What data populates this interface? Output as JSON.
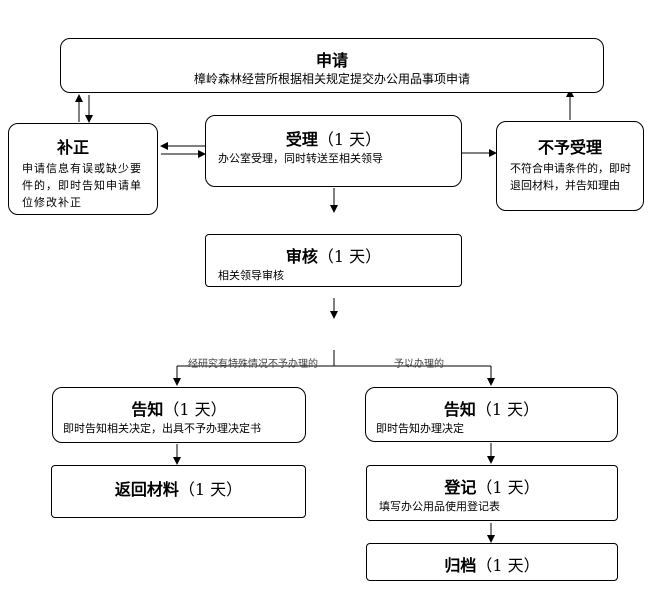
{
  "colors": {
    "line": "#000000",
    "box_border": "#000000",
    "caption": "#444444"
  },
  "nodes": {
    "apply": {
      "title": "申请",
      "desc": "樟岭森林经营所根据相关规定提交办公用品事项申请"
    },
    "supplement": {
      "title": "补正",
      "desc": "申请信息有误或缺少要件的，即时告知申请单位修改补正"
    },
    "accept": {
      "title": "受理",
      "period": "（1 天）",
      "desc": "办公室受理，同时转送至相关领导"
    },
    "reject": {
      "title": "不予受理",
      "desc": "不符合申请条件的，即时退回材料，并告知理由"
    },
    "review": {
      "title": "审核",
      "period": "（1 天）",
      "desc": "相关领导审核"
    },
    "notify_refuse": {
      "title": "告知",
      "period": "（1 天）",
      "desc": "即时告知相关决定，出具不予办理决定书"
    },
    "notify_approve": {
      "title": "告知",
      "period": "（1 天）",
      "desc": "即时告知办理决定"
    },
    "return": {
      "title": "返回材料",
      "period": "（1 天）"
    },
    "register": {
      "title": "登记",
      "period": "（1 天）",
      "desc": "填写办公用品使用登记表"
    },
    "archive": {
      "title": "归档",
      "period": "（1 天）"
    }
  },
  "branches": {
    "left": "经研究有特殊情况不予办理的",
    "right": "予以办理的"
  }
}
